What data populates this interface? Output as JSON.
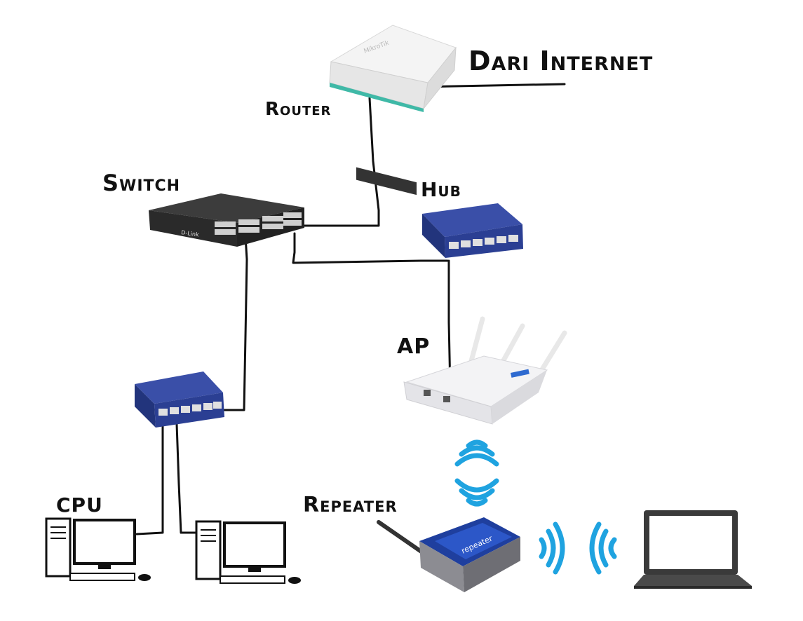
{
  "labels": {
    "internet": "Dari Internet",
    "router": "Router",
    "switch": "Switch",
    "hub": "Hub",
    "ap": "AP",
    "cpu": "CPU",
    "repeater": "Repeater"
  },
  "devices": {
    "router_text": "MikroTik",
    "switch_brand": "D-Link",
    "repeater_text": "repeater"
  },
  "colors": {
    "wire": "#111111",
    "wifi": "#1fa3e0",
    "hub_blue": "#2b3f93",
    "router_teal": "#3fb9a7"
  }
}
